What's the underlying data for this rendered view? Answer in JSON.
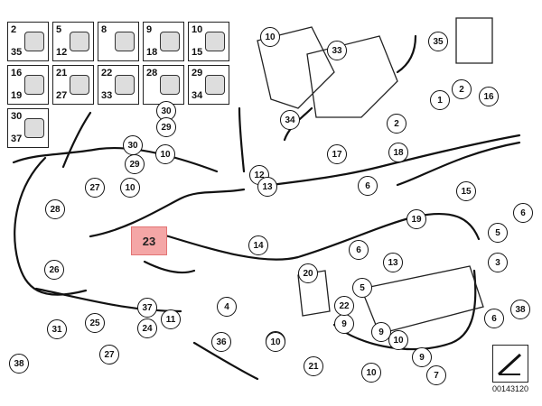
{
  "inset": {
    "cells": [
      {
        "top": "2",
        "bottom": "35"
      },
      {
        "top": "5",
        "bottom": "12"
      },
      {
        "top": "8",
        "bottom": ""
      },
      {
        "top": "9",
        "bottom": "18"
      },
      {
        "top": "10",
        "bottom": "15"
      },
      {
        "top": "16",
        "bottom": "19"
      },
      {
        "top": "21",
        "bottom": "27"
      },
      {
        "top": "22",
        "bottom": "33"
      },
      {
        "top": "28",
        "bottom": ""
      },
      {
        "top": "29",
        "bottom": "34"
      },
      {
        "top": "30",
        "bottom": "37"
      }
    ]
  },
  "callouts": [
    "10",
    "33",
    "35",
    "2",
    "1",
    "16",
    "2",
    "34",
    "18",
    "17",
    "6",
    "15",
    "6",
    "5",
    "19",
    "3",
    "6",
    "13",
    "5",
    "38",
    "6",
    "9",
    "10",
    "9",
    "10",
    "9",
    "10",
    "7",
    "21",
    "22",
    "20",
    "10",
    "36",
    "4",
    "11",
    "14",
    "12",
    "13",
    "30",
    "29",
    "30",
    "29",
    "10",
    "10",
    "27",
    "28",
    "26",
    "25",
    "24",
    "27",
    "31",
    "37",
    "23",
    "38"
  ],
  "highlight_label": "23",
  "footer_id": "00143120"
}
